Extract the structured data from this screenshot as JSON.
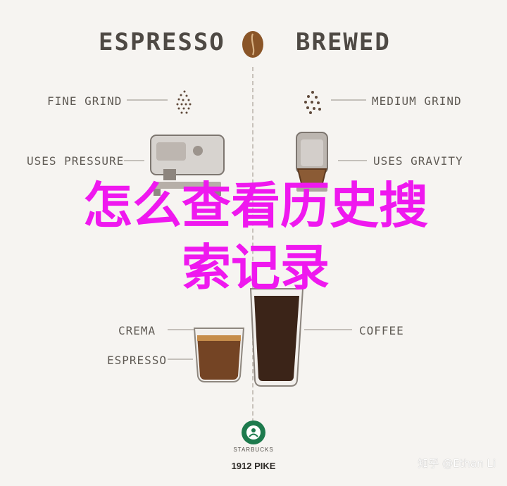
{
  "labels": {
    "left_title": "ESPRESSO",
    "right_title": "BREWED",
    "fine_grind": "FINE GRIND",
    "medium_grind": "MEDIUM GRIND",
    "uses_pressure": "USES PRESSURE",
    "uses_gravity": "USES GRAVITY",
    "crema": "CREMA",
    "espresso": "ESPRESSO",
    "coffee": "COFFEE",
    "brand_small": "STARBUCKS",
    "product_name": "1912 PIKE"
  },
  "overlay": {
    "line1": "怎么查看历史搜",
    "line2": "索记录"
  },
  "watermark": {
    "text": "知乎 @Ethan Li"
  },
  "colors": {
    "overlay_text": "#ef18ef",
    "background": "#f6f4f1"
  },
  "icons": {
    "bean": "coffee-bean-icon",
    "fine_grind": "fine-grind-icon",
    "medium_grind": "medium-grind-icon",
    "espresso_machine": "espresso-machine-icon",
    "drip_maker": "drip-coffee-maker-icon",
    "espresso_glass": "espresso-glass-icon",
    "brewed_glass": "brewed-coffee-glass-icon",
    "brand_logo": "starbucks-logo-icon"
  }
}
